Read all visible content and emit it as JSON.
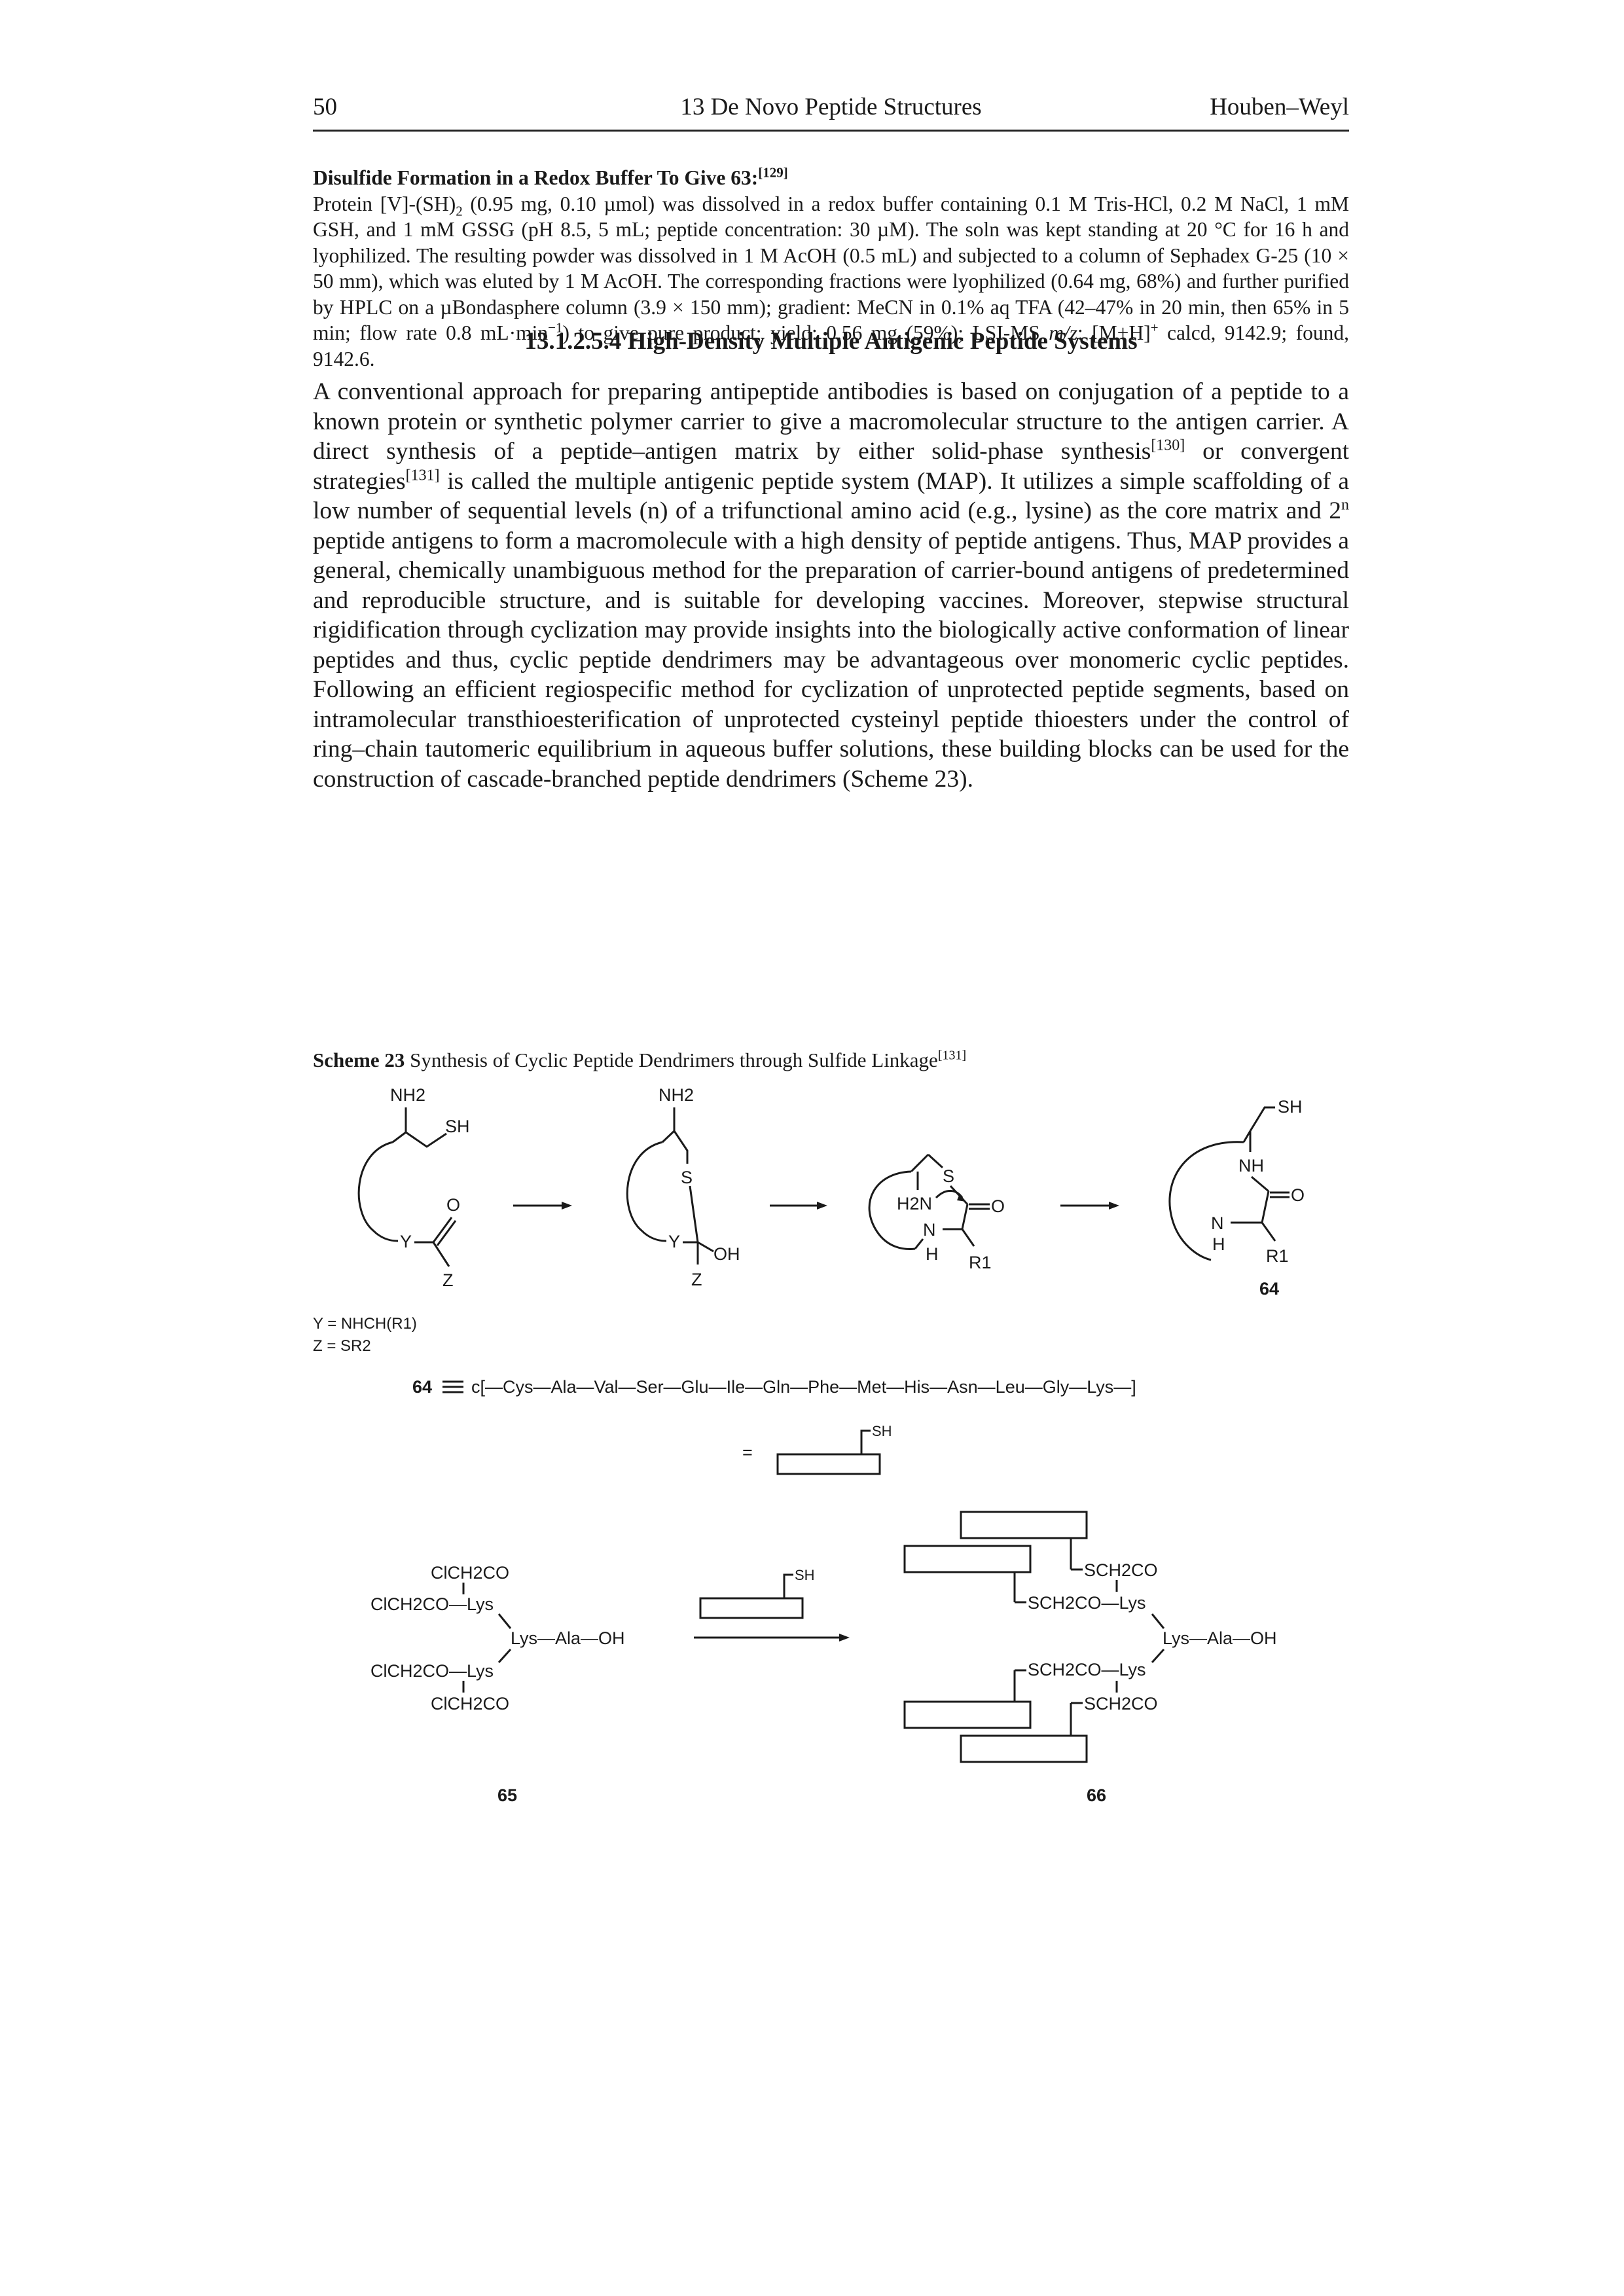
{
  "header": {
    "page_number": "50",
    "title": "13 De Novo Peptide Structures",
    "publisher": "Houben–Weyl"
  },
  "experimental": {
    "heading": "Disulfide Formation in a Redox Buffer To Give 63:",
    "heading_ref": "[129]",
    "p1": "Protein [V]-(SH)",
    "p1_sub": "2",
    "p2": " (0.95 mg, 0.10 µmol) was dissolved in a redox buffer containing 0.1 M Tris-HCl, 0.2 M NaCl, 1 mM GSH, and 1 mM GSSG (pH 8.5, 5 mL; peptide concentration: 30 µM). The soln was kept standing at 20 °C for 16 h and lyophilized. The resulting powder was dissolved in 1 M AcOH (0.5 mL) and subjected to a column of Sephadex G-25 (10 × 50 mm), which was eluted by 1 M AcOH. The corresponding fractions were lyophilized (0.64 mg, 68%) and further purified by HPLC on a µBondasphere column (3.9 × 150 mm); gradient: MeCN in 0.1% aq TFA (42–47% in 20 min, then 65% in 5 min; flow rate 0.8 mL·min",
    "p2_sup": "−1",
    "p3": ") to give pure product; yield: 0.56 mg (59%); LSI-MS ",
    "p3_italic": "m/z",
    "p4": ": [M+H]",
    "p4_sup": "+",
    "p5": " calcd, 9142.9; found, 9142.6."
  },
  "section": {
    "heading": "13.1.2.5.4 High-Density Multiple Antigenic Peptide Systems"
  },
  "body": {
    "t1": "A conventional approach for preparing antipeptide antibodies is based on conjugation of a peptide to a known protein or synthetic polymer carrier to give a macromolecular structure to the antigen carrier. A direct synthesis of a peptide–antigen matrix by either solid-phase synthesis",
    "r1": "[130]",
    "t2": " or convergent strategies",
    "r2": "[131]",
    "t3": " is called the multiple antigenic peptide system (MAP). It utilizes a simple scaffolding of a low number of sequential levels (n) of a trifunctional amino acid (e.g., lysine) as the core matrix and 2",
    "r3": "n",
    "t4": " peptide antigens to form a macromolecule with a high density of peptide antigens. Thus, MAP provides a general, chemically unambiguous method for the preparation of carrier-bound antigens of predetermined and reproducible structure, and is suitable for developing vaccines. Moreover, stepwise structural rigidification through cyclization may provide insights into the biologically active conformation of linear peptides and thus, cyclic peptide dendrimers may be advantageous over monomeric cyclic peptides. Following an efficient regiospecific method for cyclization of unprotected peptide segments, based on intramolecular transthioesterification of unprotected cysteinyl peptide thioesters under the control of ring–chain tautomeric equilibrium in aqueous buffer solutions, these building blocks can be used for the construction of cascade-branched peptide dendrimers (Scheme 23)."
  },
  "scheme": {
    "label": "Scheme 23",
    "caption": " Synthesis of Cyclic Peptide Dendrimers through Sulfide Linkage",
    "caption_ref": "[131]",
    "nh2_a": "NH2",
    "nh2_b": "NH2",
    "sh_a": "SH",
    "o_a": "O",
    "y_a": "Y",
    "z_a": "Z",
    "s_b": "S",
    "y_b": "Y",
    "oh_b": "OH",
    "z_b": "Z",
    "s_c": "S",
    "h2n_c": "H2N",
    "o_c": "O",
    "n_c": "N",
    "h_c": "H",
    "r1_c": "R1",
    "sh_d": "SH",
    "nh_d": "NH",
    "o_d": "O",
    "n_d": "N",
    "h_d": "H",
    "r1_d": "R1",
    "cmpd64": "64",
    "def_y": "Y = NHCH(R1)",
    "def_z": "Z = SR2",
    "seq_label": "64",
    "seq": "c[—Cys—Ala—Val—Ser—Glu—Ile—Gln—Phe—Met—His—Asn—Leu—Gly—Lys—]",
    "eq": "=",
    "sh_small": "SH",
    "l65_1": "ClCH2CO",
    "l65_2": "ClCH2CO—Lys",
    "l65_3": "Lys—Ala—OH",
    "l65_4": "ClCH2CO—Lys",
    "l65_5": "ClCH2CO",
    "sh_reagent": "SH",
    "l66_1": "SCH2CO",
    "l66_2": "SCH2CO—Lys",
    "l66_3": "Lys—Ala—OH",
    "l66_4": "SCH2CO—Lys",
    "l66_5": "SCH2CO",
    "cmpd65": "65",
    "cmpd66": "66"
  }
}
